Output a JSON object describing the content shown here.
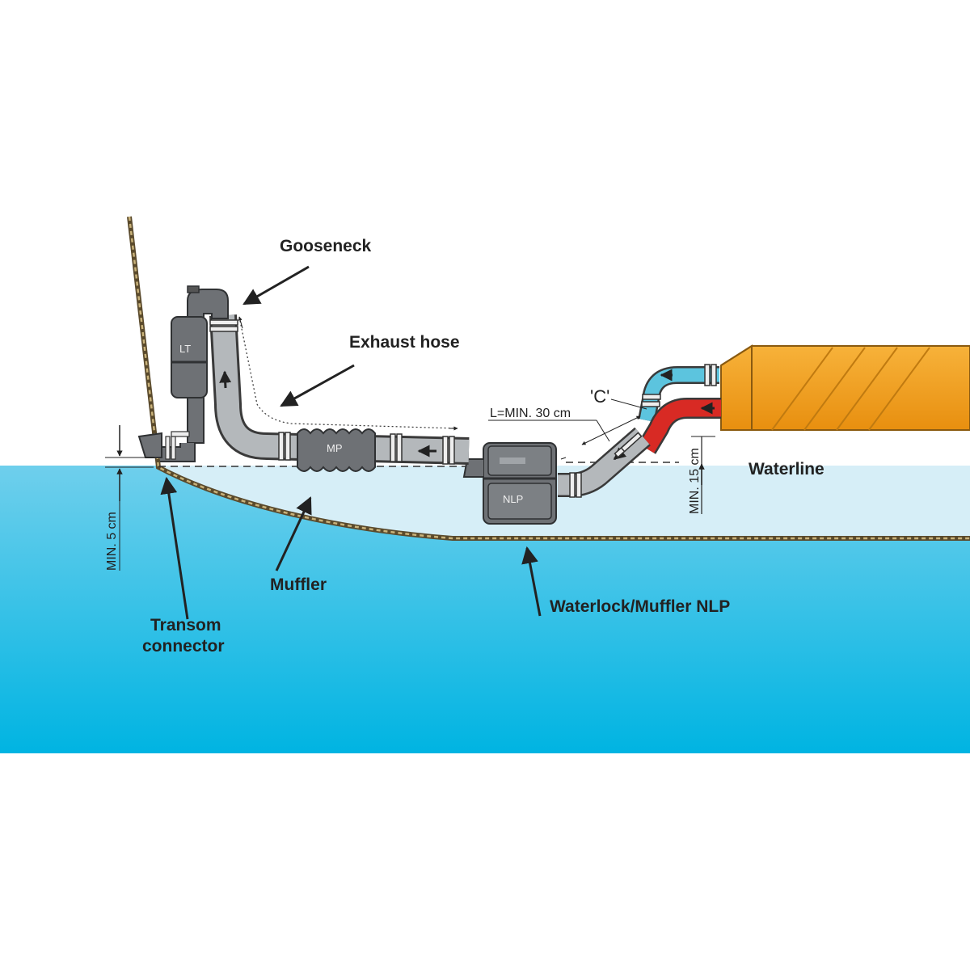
{
  "colors": {
    "water": "#00b9e6",
    "hull_inner_water": "#cfeaf5",
    "engine": "#f5a21b",
    "raw_water_hose": "#5cc4de",
    "hot_exhaust": "#d82a24",
    "hose_grey": "#b4b8bb",
    "muffler_dark": "#6e7175"
  },
  "labels": {
    "gooseneck": "Gooseneck",
    "exhaust_hose": "Exhaust hose",
    "waterline": "Waterline",
    "muffler": "Muffler",
    "transom_connector_line1": "Transom",
    "transom_connector_line2": "connector",
    "waterlock": "Waterlock/Muffler NLP"
  },
  "dimensions": {
    "min_5": "MIN. 5 cm",
    "min_15": "MIN. 15 cm",
    "length_min": "L=MIN. 30 cm",
    "point_c": "'C'"
  },
  "parts": {
    "lt": "LT",
    "mp": "MP",
    "nlp": "NLP"
  },
  "icons": [
    "arrow-icon",
    "clamp-icon",
    "flow-arrow-icon"
  ]
}
